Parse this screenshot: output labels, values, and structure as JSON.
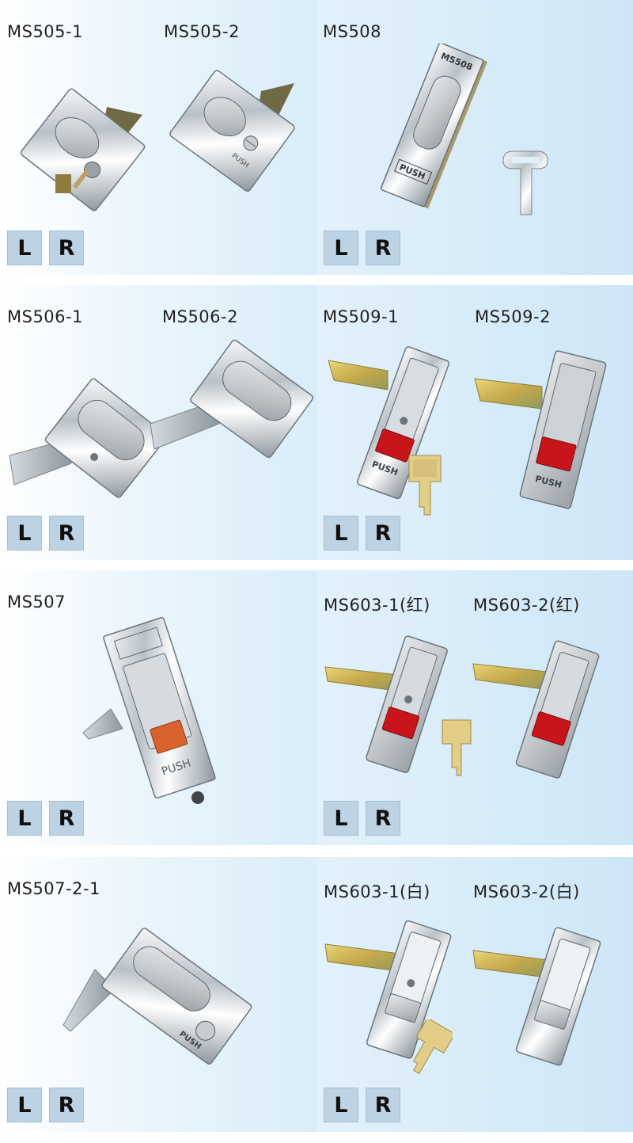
{
  "panels": [
    {
      "labels": [
        "MS505-1",
        "MS505-2"
      ],
      "orientation": [
        "L",
        "R"
      ]
    },
    {
      "labels": [
        "MS508"
      ],
      "orientation": [
        "L",
        "R"
      ]
    },
    {
      "labels": [
        "MS506-1",
        "MS506-2"
      ],
      "orientation": [
        "L",
        "R"
      ]
    },
    {
      "labels": [
        "MS509-1",
        "MS509-2"
      ],
      "orientation": [
        "L",
        "R"
      ]
    },
    {
      "labels": [
        "MS507"
      ],
      "orientation": [
        "L",
        "R"
      ]
    },
    {
      "labels": [
        "MS603-1(红)",
        "MS603-2(红)"
      ],
      "orientation": [
        "L",
        "R"
      ]
    },
    {
      "labels": [
        "MS507-2-1"
      ],
      "orientation": [
        "L",
        "R"
      ]
    },
    {
      "labels": [
        "MS603-1(白)",
        "MS603-2(白)"
      ],
      "orientation": [
        "L",
        "R"
      ]
    }
  ],
  "engravings": {
    "ms505_2": "PUSH",
    "ms508_top": "MS508",
    "ms508_bottom": "PUSH",
    "ms509_1": "PUSH",
    "ms509_2": "PUSH",
    "ms507": "PUSH",
    "ms507_2_1": "PUSH"
  },
  "colors": {
    "button_bg": "#bdd3e4",
    "red_button": "#c8151b",
    "orange_button": "#d9622f",
    "brass": "#d8c25a"
  }
}
